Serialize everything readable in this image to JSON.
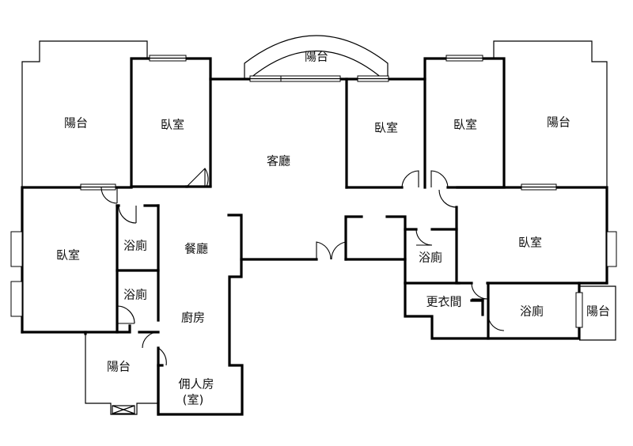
{
  "rooms": {
    "balcony_top": "陽台",
    "balcony_left": "陽台",
    "bedroom_1": "臥室",
    "living_room": "客廳",
    "bedroom_2": "臥室",
    "bedroom_3": "臥室",
    "balcony_right": "陽台",
    "bedroom_left": "臥室",
    "bath_1": "浴廁",
    "dining_room": "餐廳",
    "bath_2": "浴廁",
    "kitchen": "廚房",
    "balcony_bottom_left": "陽台",
    "servant_room_line1": "佣人房",
    "servant_room_line2": "(室)",
    "bath_right": "浴廁",
    "bedroom_right": "臥室",
    "dressing_room": "更衣間",
    "master_bath": "浴廁",
    "balcony_small_right": "陽台"
  }
}
